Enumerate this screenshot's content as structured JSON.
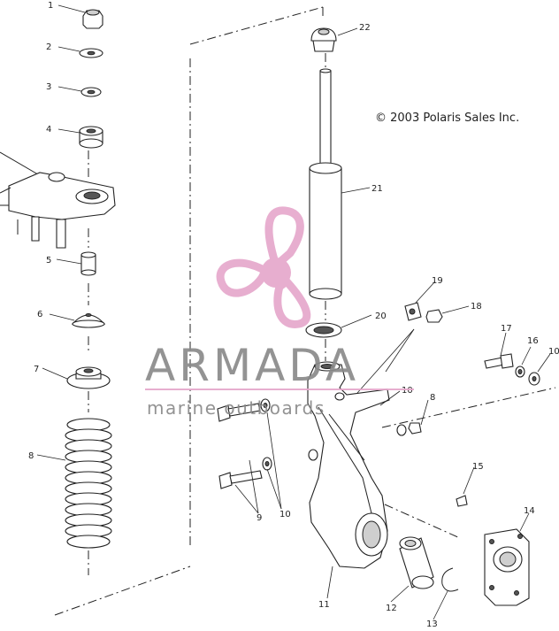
{
  "copyright": "© 2003 Polaris Sales Inc.",
  "watermark": {
    "brand": "ARMADA",
    "tagline": "marine outboards",
    "brand_color": "#e6a8cc",
    "text_color": "#8a8a8a"
  },
  "callouts": {
    "c1": "1",
    "c2": "2",
    "c3": "3",
    "c4": "4",
    "c5": "5",
    "c6": "6",
    "c7": "7",
    "c8": "8",
    "c9": "9",
    "c10a": "10",
    "c10b": "10",
    "c10c": "10",
    "c11": "11",
    "c12": "12",
    "c13": "13",
    "c14": "14",
    "c15": "15",
    "c16": "16",
    "c17": "17",
    "c18a": "18",
    "c18b": "8",
    "c19": "19",
    "c20": "20",
    "c21": "21",
    "c22": "22"
  }
}
